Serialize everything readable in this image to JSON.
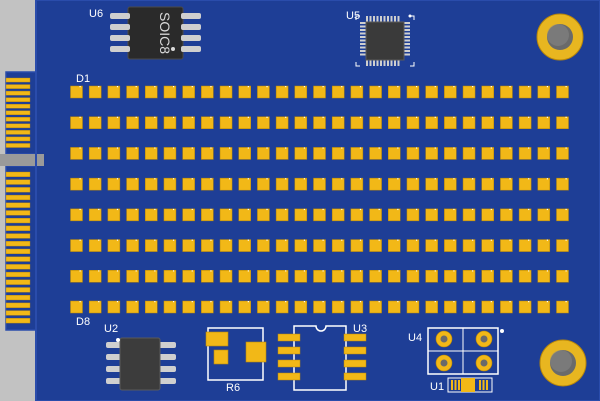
{
  "board": {
    "colors": {
      "background": "#c2c2c2",
      "board": "#1e3e96",
      "border": "#2a4cab",
      "pad": "#f2b817",
      "pad_edge": "#b8870a",
      "silk": "#ffffff",
      "chip": "#2a2a2a",
      "chip_edge": "#4a4a4a",
      "pin": "#cfcfcf"
    },
    "labels": {
      "u6": "U6",
      "soic8": "SOIC8",
      "u5": "U5",
      "d1": "D1",
      "d8": "D8",
      "u2": "U2",
      "r6": "R6",
      "u3": "U3",
      "u4": "U4",
      "u1": "U1"
    },
    "led_matrix": {
      "rows": 8,
      "columns": 27
    },
    "edge_connector": {
      "upper_fingers": 11,
      "lower_fingers": 20
    },
    "icons": [
      "mounting-hole-icon",
      "pin1-dot-icon"
    ]
  }
}
